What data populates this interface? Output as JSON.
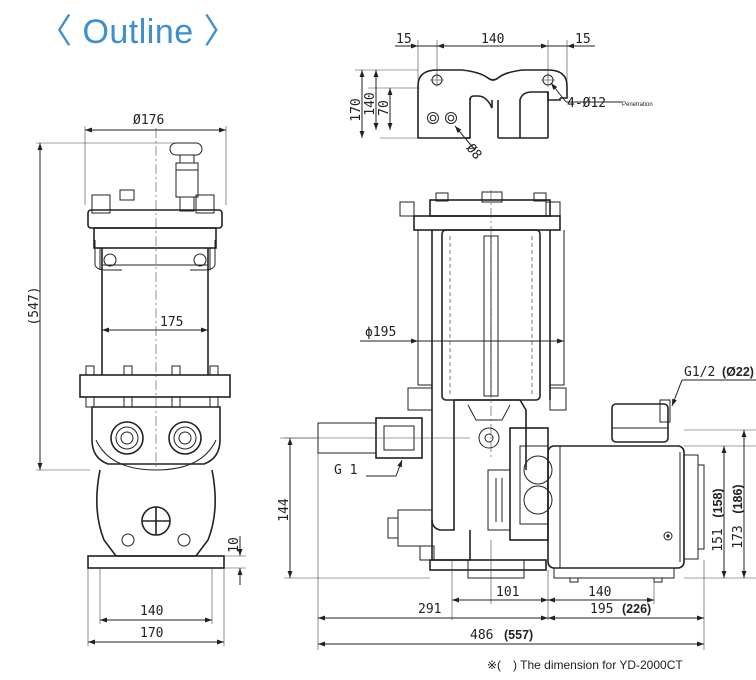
{
  "title": "〈 Outline 〉",
  "footnote": "※(　) The dimension for YD-2000CT",
  "dims": {
    "top_left_15": "15",
    "top_140": "140",
    "top_right_15": "15",
    "top_170": "170",
    "top_140v": "140",
    "top_70": "70",
    "holes": "4-Ø12",
    "holes_note": "Penetration",
    "slot_8": "Ø8",
    "phi176": "Ø176",
    "h547": "(547)",
    "w175": "175",
    "base10": "10",
    "base140": "140",
    "base170": "170",
    "phi195": "ϕ195",
    "g1": "G 1",
    "g12": "G1/2",
    "g12_alt": "(Ø22)",
    "h144": "144",
    "h151": "151",
    "h151_alt": "(158)",
    "h173": "173",
    "h173_alt": "(186)",
    "w101": "101",
    "w140b": "140",
    "w195": "195",
    "w195_alt": "(226)",
    "w291": "291",
    "w486": "486",
    "w486_alt": "(557)"
  }
}
